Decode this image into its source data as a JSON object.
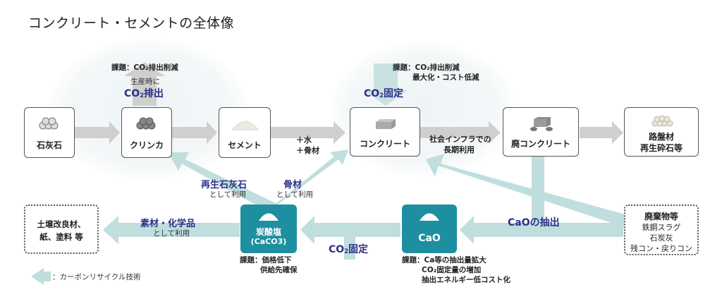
{
  "title": "コンクリート・セメントの全体像",
  "colors": {
    "flow_arrow": "#cfcfcf",
    "recycle_arrow": "#bfdedd",
    "teal_box": "#1e8fa0",
    "navy_text": "#2d2f86"
  },
  "top_row": [
    {
      "id": "limestone",
      "label": "石灰石",
      "icon": "rock-pile-icon"
    },
    {
      "id": "clinker",
      "label": "クリンカ",
      "icon": "clinker-pile-icon"
    },
    {
      "id": "cement",
      "label": "セメント",
      "icon": "powder-pile-icon"
    },
    {
      "id": "concrete",
      "label": "コンクリート",
      "icon": "concrete-block-icon"
    },
    {
      "id": "waste_concrete",
      "label": "廃コンクリート",
      "icon": "rubble-icon"
    },
    {
      "id": "roadbed",
      "label_line1": "路盤材",
      "label_line2": "再生砕石等",
      "icon": "gravel-icon"
    }
  ],
  "flow_labels": {
    "water": "＋水",
    "aggregate": "＋骨材",
    "infra_line1": "社会インフラでの",
    "infra_line2": "長期利用"
  },
  "clinker_emission": {
    "issue": "課題：CO₂排出削減",
    "note": "生産時に",
    "co2_prefix": "CO",
    "co2_sub": "2",
    "co2_suffix": "排出"
  },
  "concrete_fixation": {
    "issue_line1": "課題：CO₂排出削減",
    "issue_line2": "最大化・コスト低減",
    "co2_prefix": "CO",
    "co2_sub": "2",
    "co2_suffix": "固定"
  },
  "carbonate": {
    "label": "炭酸塩",
    "formula": "(CaCO3)",
    "issue_line1": "課題：価格低下",
    "issue_line2": "供給先確保"
  },
  "cao": {
    "label": "CaO",
    "issue_line1": "課題：Ca等の抽出量拡大",
    "issue_line2": "CO₂固定量の増加",
    "issue_line3": "抽出エネルギー低コスト化"
  },
  "recycle_labels": {
    "recycled_limestone": "再生石灰石",
    "recycled_limestone_sub": "として利用",
    "aggregate": "骨材",
    "aggregate_sub": "として利用",
    "materials": "素材・化学品",
    "materials_sub": "として利用",
    "co2_fix_prefix": "CO",
    "co2_fix_sub": "2",
    "co2_fix_suffix": "固定",
    "cao_extraction": "CaOの抽出"
  },
  "soil_box": {
    "line1": "土壌改良材、",
    "line2": "紙、塗料 等"
  },
  "waste_box": {
    "title": "廃棄物等",
    "items": [
      "鉄鋼スラグ",
      "石炭灰",
      "残コン・戻りコン"
    ]
  },
  "legend": {
    "label": "：カーボンリサイクル技術"
  }
}
